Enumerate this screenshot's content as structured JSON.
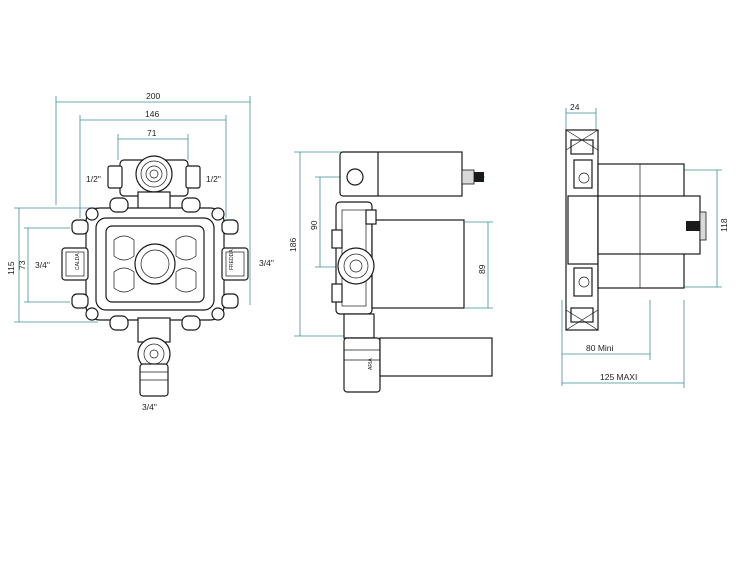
{
  "front_view": {
    "dim_width_overall": "200",
    "dim_width_inner": "146",
    "dim_width_top": "71",
    "dim_height_left_outer": "115",
    "dim_height_left_inner": "73",
    "label_top_left_thread": "1/2\"",
    "label_top_right_thread": "1/2\"",
    "label_left_thread": "3/4\"",
    "label_right_thread": "3/4\"",
    "label_bottom_thread": "3/4\""
  },
  "side_view": {
    "dim_height_overall": "186",
    "dim_height_top": "90",
    "dim_height_right": "89"
  },
  "right_view": {
    "dim_top_width": "24",
    "dim_height_right": "118",
    "dim_min_depth": "80 Mini",
    "dim_max_depth": "125 MAXI"
  },
  "colors": {
    "dimension": "#3d8f9b",
    "line": "#1a1a1a"
  }
}
